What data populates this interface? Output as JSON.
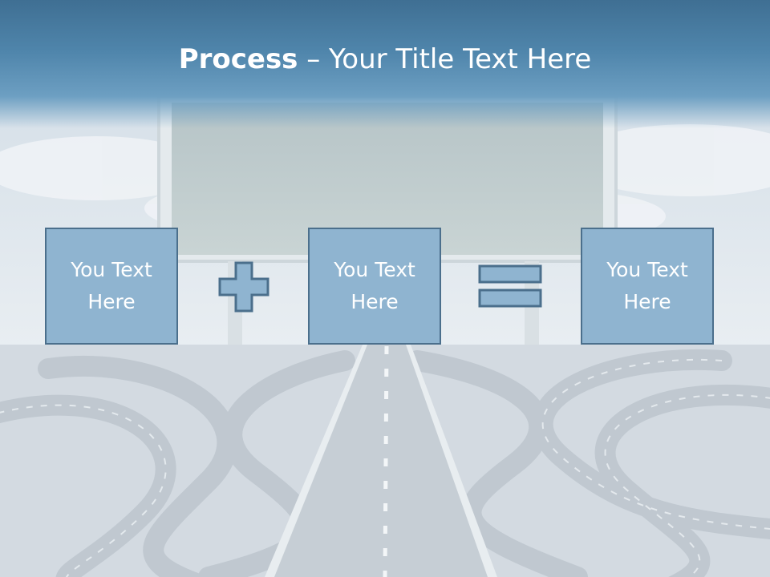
{
  "slide": {
    "title_bold": "Process",
    "title_rest": " – Your Title Text Here"
  },
  "process": {
    "boxes": [
      {
        "text": "You Text\nHere"
      },
      {
        "text": "You Text\nHere"
      },
      {
        "text": "You Text\nHere"
      }
    ],
    "operators": [
      "plus-icon",
      "equals-icon"
    ]
  },
  "colors": {
    "header": "#4f85ab",
    "box_fill": "#8fb4d0",
    "box_border": "#4b6f8c",
    "text": "#ffffff"
  }
}
